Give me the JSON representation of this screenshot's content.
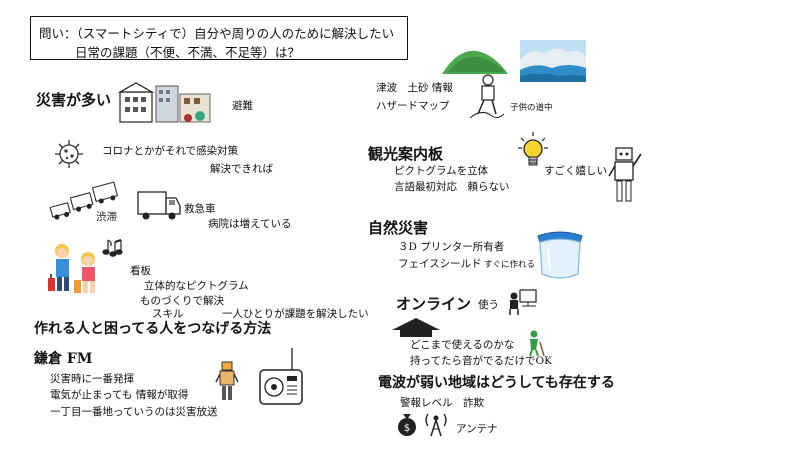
{
  "question": {
    "line1": "問い：（スマートシティで）自分や周りの人のために解決したい",
    "line2": "日常の課題（不便、不満、不足等）は？"
  },
  "left": {
    "disaster_heading": "災害が多い",
    "evacuation": "避難",
    "corona_1": "コロナとかがそれで感染対策",
    "corona_2": "解決できれば",
    "traffic": "渋滞",
    "ambulance": "救急車",
    "hospital": "病院は増えている",
    "signboard": "看板",
    "pictogram_3d": "立体的なピクトグラム",
    "monozukuri": "ものづくりで解決",
    "skill": "スキル",
    "everyone": "一人ひとりが課題を解決したい",
    "connect": "作れる人と困ってる人をつなげる方法",
    "kamakura_fm": "鎌倉 FM",
    "fm_1": "災害時に一番発揮",
    "fm_2": "電気が止まっても 情報が取得",
    "fm_3": "一丁目一番地っていうのは災害放送"
  },
  "right": {
    "tsunami": "津波　土砂 情報",
    "hazard_map": "ハザードマップ",
    "child_road": "子供の道中",
    "tourist_heading": "観光案内板",
    "pictogram": "ピクトグラムを立体",
    "language": "言語最初対応　頼らない",
    "happy": "すごく嬉しい",
    "natural_disaster": "自然災害",
    "printer": "３D プリンター所有者",
    "face_shield": "フェイスシールド",
    "make_fast": "すぐに作れる",
    "online": "オンライン",
    "use": "使う",
    "anywhere": "どこまで使えるのかな",
    "sound_ok": "持ってたら音がでるだけでOK",
    "weak_signal": "電波が弱い地域はどうしても存在する",
    "alert_fraud": "警報レベル　詐欺",
    "antenna": "アンテナ"
  }
}
